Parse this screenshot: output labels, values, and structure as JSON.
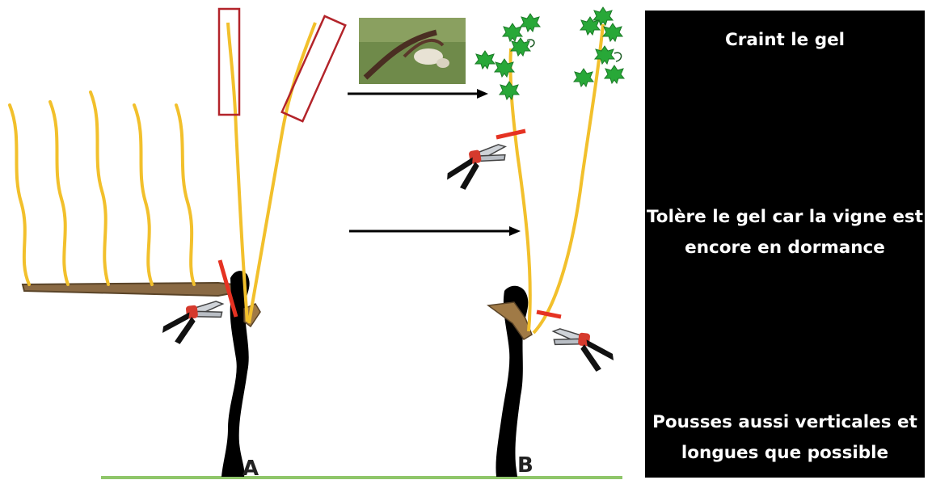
{
  "labels": {
    "a": "A",
    "b": "B"
  },
  "notes": {
    "frost_sensitive": "Craint le gel",
    "frost_tolerant": "Tolère le gel car la vigne est encore en dormance",
    "shoots": "Pousses aussi verticales et longues que possible"
  },
  "colors": {
    "cane": "#f2c02c",
    "old_cane": "#8a6a44",
    "trunk": "#000000",
    "cut_mark": "#e53222",
    "highlight_box": "#b3242a",
    "leaf": "#28a838",
    "ground": "#8fc66a",
    "panel": "#000000",
    "panel_text": "#ffffff"
  },
  "icons": {
    "pruner": "pruning-shears-icon",
    "leaf": "vine-leaf-icon",
    "photo": "frost-damaged-bud-photo"
  }
}
